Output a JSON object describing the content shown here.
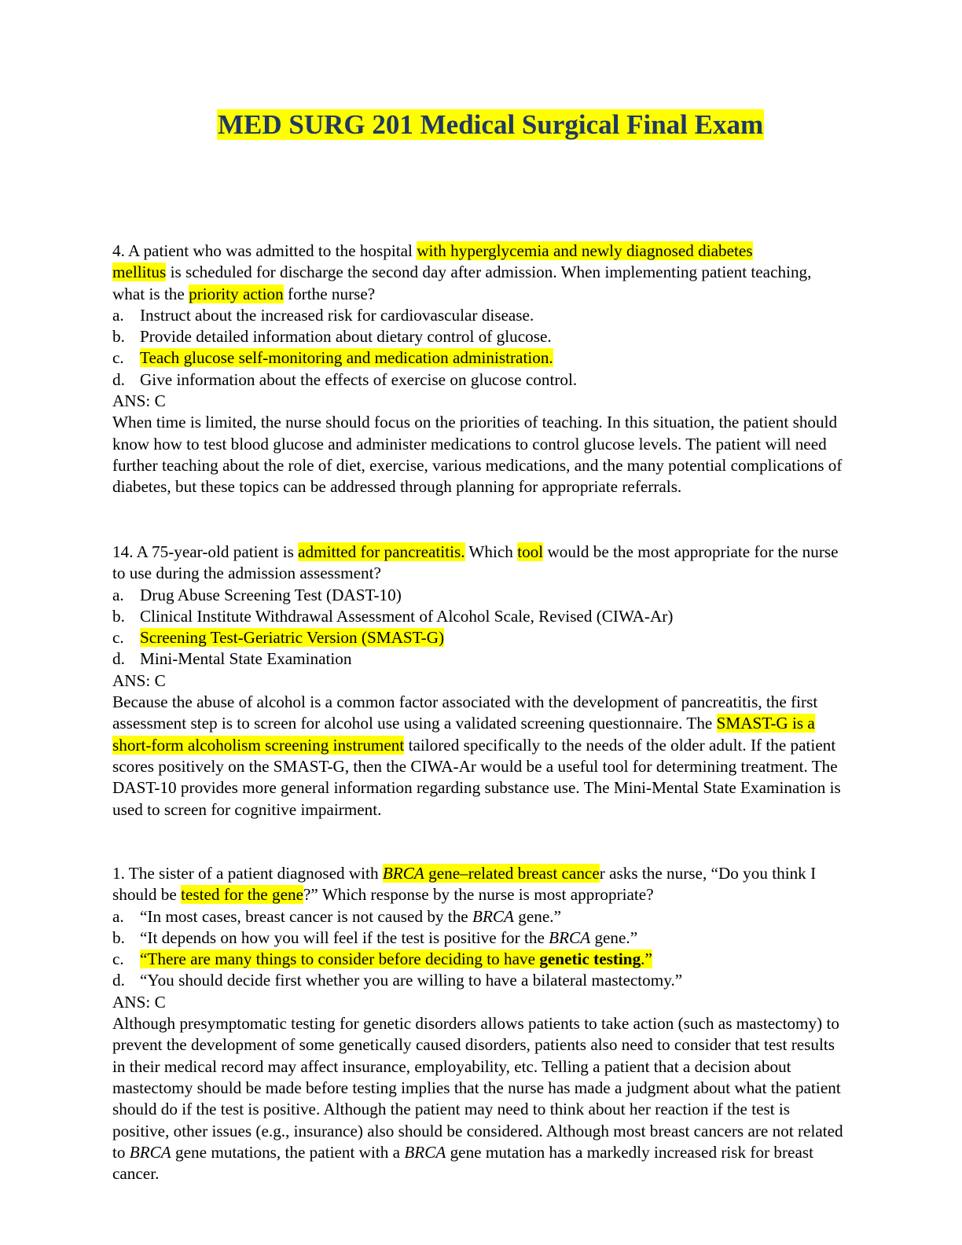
{
  "title": "MED SURG 201 Medical Surgical Final Exam",
  "questions": [
    {
      "stem": {
        "p1": "4. A patient who was admitted to the hospital ",
        "h1": "with hyperglycemia and newly diagnosed diabetes",
        "h2": "mellitus",
        "p2": " is scheduled for discharge the second day after admission. When implementing patient teaching, what is the ",
        "h3": "priority action",
        "p3": " forthe nurse?"
      },
      "options": [
        {
          "letter": "a.",
          "text": "Instruct about the increased risk for cardiovascular disease."
        },
        {
          "letter": "b.",
          "text": "Provide detailed information about dietary control of glucose."
        },
        {
          "letter": "c.",
          "text": "Teach glucose self-monitoring and medication administration."
        },
        {
          "letter": "d.",
          "text": "Give information about the effects of exercise on glucose control."
        }
      ],
      "answer": "ANS: C",
      "rationale": "When time is limited, the nurse should focus on the priorities of teaching. In this situation, the patient should know how to test blood glucose and administer medications to control glucose levels. The patient will need further teaching about the role of diet, exercise, various medications, and the many potential complications of diabetes, but these topics can be addressed through planning for appropriate referrals."
    },
    {
      "stem": {
        "p1": "14. A 75-year-old patient is ",
        "h1": "admitted for pancreatitis.",
        "p2": " Which ",
        "h2": "tool",
        "p3": " would be the most appropriate for the nurse to use during the admission assessment?"
      },
      "options": [
        {
          "letter": "a.",
          "text": "Drug Abuse Screening Test (DAST-10)"
        },
        {
          "letter": "b.",
          "text": "Clinical Institute Withdrawal Assessment of Alcohol Scale, Revised (CIWA-Ar)"
        },
        {
          "letter": "c.",
          "text": "Screening Test-Geriatric Version (SMAST-G)"
        },
        {
          "letter": "d.",
          "text": "Mini-Mental State Examination"
        }
      ],
      "answer": "ANS: C",
      "rationale": {
        "p1": "Because the abuse of alcohol is a common factor associated with the development of pancreatitis, the first assessment step is to screen for alcohol use using a validated screening questionnaire. The ",
        "h1": "SMAST-G is a short-form alcoholism screening instrument",
        "p2": " tailored specifically to the needs of the older adult. If the patient scores positively on the SMAST-G, then the CIWA-Ar would be a useful tool for determining treatment. The DAST-10 provides more general information regarding substance use. The Mini-Mental State Examination is used to screen for cognitive impairment."
      }
    },
    {
      "stem": {
        "p1": "1. The sister of a patient diagnosed with ",
        "h1_italic": "BRCA",
        "h1_rest": " gene–related breast cance",
        "p2": "r asks the nurse, “Do you think I should be ",
        "h2": "tested for the gene",
        "p3": "?” Which response by the nurse is most appropriate?"
      },
      "options": [
        {
          "letter": "a.",
          "pre": "“In most cases, breast cancer is not caused by the ",
          "italic": "BRCA",
          "post": " gene.”"
        },
        {
          "letter": "b.",
          "pre": "“It depends on how you will feel if the test is positive for the ",
          "italic": "BRCA",
          "post": " gene.”"
        },
        {
          "letter": "c.",
          "pre": "“There are many things to consider before deciding to have ",
          "bold": "genetic testing",
          "post": ".”"
        },
        {
          "letter": "d.",
          "text": "“You should decide first whether you are willing to have a bilateral mastectomy.”"
        }
      ],
      "answer": "ANS: C",
      "rationale": {
        "p1": "Although presymptomatic testing for genetic disorders allows patients to take action (such as mastectomy) to prevent the development of some genetically caused disorders, patients also need to consider that test results in their medical record may affect insurance, employability, etc. Telling a patient that a decision about mastectomy should be made before testing implies that the nurse has made a judgment about what the patient should do if the test is positive. Although the patient may need to think about her reaction if the test is positive, other issues (e.g., insurance) also should be considered. Although most breast cancers are not related to ",
        "i1": "BRCA",
        "p2": " gene mutations, the patient with a ",
        "i2": "BRCA",
        "p3": " gene mutation has a markedly increased risk for breast cancer."
      }
    }
  ],
  "colors": {
    "highlight": "#ffff00",
    "title_text": "#1f3864",
    "body_text": "#000000"
  }
}
